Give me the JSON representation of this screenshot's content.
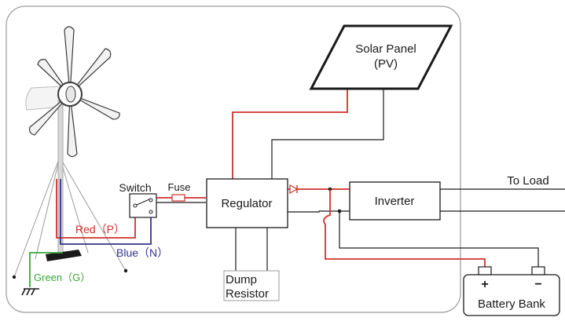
{
  "labels": {
    "solar_panel_line1": "Solar Panel",
    "solar_panel_line2": "(PV)",
    "to_load": "To Load",
    "switch": "Switch",
    "fuse": "Fuse",
    "regulator": "Regulator",
    "inverter": "Inverter",
    "dump_resistor_line1": "Dump",
    "dump_resistor_line2": "Resistor",
    "battery_plus": "+",
    "battery_minus": "−",
    "battery_bank": "Battery Bank",
    "red_wire": "Red（P）",
    "blue_wire": "Blue（N）",
    "green_wire": "Green（G）"
  },
  "colors": {
    "red_wire": "#d0312d",
    "blue_wire": "#33338a",
    "green_wire": "#3aa63a",
    "outline": "#1a1a1a",
    "enclosure": "#9a9a9a"
  }
}
